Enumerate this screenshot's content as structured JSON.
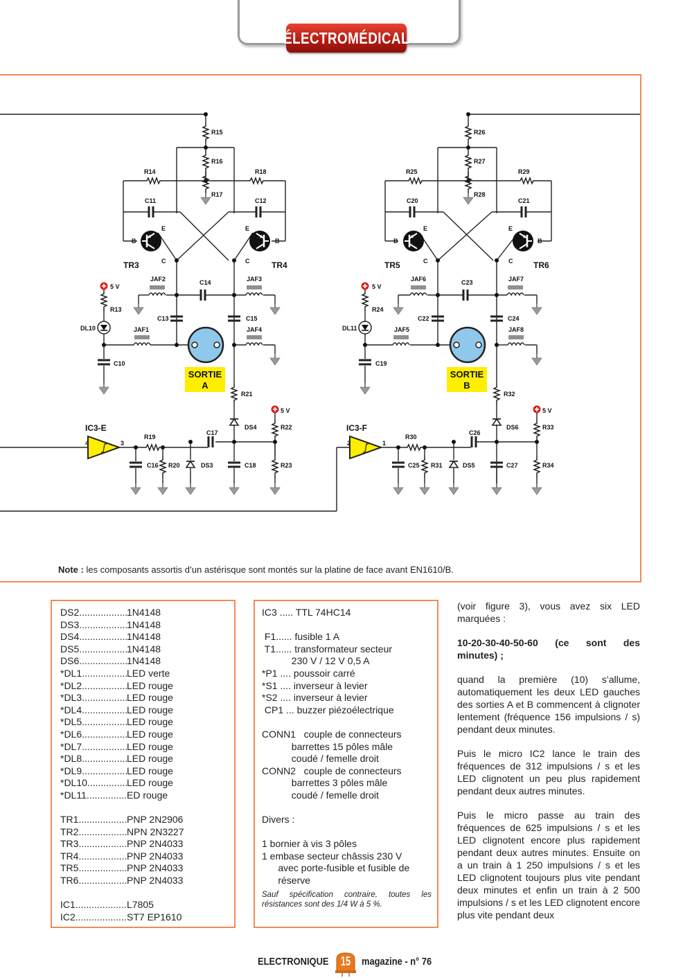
{
  "header": {
    "banner": "ÉLECTROMÉDICAL"
  },
  "schematic": {
    "labels": {
      "r15": "R15",
      "r16": "R16",
      "r17": "R17",
      "r14": "R14",
      "r18": "R18",
      "c11": "C11",
      "c12": "C12",
      "tr3": "TR3",
      "tr4": "TR4",
      "jaf2": "JAF2",
      "c14": "C14",
      "jaf3": "JAF3",
      "c13": "C13",
      "c15": "C15",
      "jaf1": "JAF1",
      "jaf4": "JAF4",
      "r13": "R13",
      "dl10": "DL10",
      "c10": "C10",
      "v5a": "5 V",
      "sortie_a_1": "SORTIE",
      "sortie_a_2": "A",
      "r21": "R21",
      "ds4": "DS4",
      "r22": "R22",
      "v5b": "5 V",
      "ic3e": "IC3-E",
      "pin4": "4",
      "pin3": "3",
      "r19": "R19",
      "c17": "C17",
      "c16": "C16",
      "r20": "R20",
      "ds3": "DS3",
      "c18": "C18",
      "r23": "R23",
      "r26": "R26",
      "r27": "R27",
      "r28": "R28",
      "r25": "R25",
      "r29": "R29",
      "c20": "C20",
      "c21": "C21",
      "tr5": "TR5",
      "tr6": "TR6",
      "jaf6": "JAF6",
      "c23": "C23",
      "jaf7": "JAF7",
      "c22": "C22",
      "c24": "C24",
      "jaf5": "JAF5",
      "jaf8": "JAF8",
      "r24": "R24",
      "dl11": "DL11",
      "c19": "C19",
      "v5c": "5 V",
      "sortie_b_1": "SORTIE",
      "sortie_b_2": "B",
      "r32": "R32",
      "ds6": "DS6",
      "r33": "R33",
      "v5d": "5 V",
      "ic3f": "IC3-F",
      "pin2": "2",
      "pin1": "1",
      "r30": "R30",
      "c26": "C26",
      "c25": "C25",
      "r31": "R31",
      "ds5": "DS5",
      "c27": "C27",
      "r34": "R34",
      "e": "E",
      "b": "B",
      "c": "C"
    }
  },
  "note": {
    "label": "Note :",
    "text": " les composants assortis d’un astérisque sont montés sur la platine de face avant EN1610/B."
  },
  "parts_list_1": [
    {
      "ref": "DS2",
      "val": "1N4148"
    },
    {
      "ref": "DS3",
      "val": "1N4148"
    },
    {
      "ref": "DS4",
      "val": "1N4148"
    },
    {
      "ref": "DS5",
      "val": "1N4148"
    },
    {
      "ref": "DS6",
      "val": "1N4148"
    },
    {
      "ref": "*DL1",
      "val": "LED verte"
    },
    {
      "ref": "*DL2",
      "val": "LED rouge"
    },
    {
      "ref": "*DL3",
      "val": "LED rouge"
    },
    {
      "ref": "*DL4",
      "val": "LED rouge"
    },
    {
      "ref": "*DL5",
      "val": "LED rouge"
    },
    {
      "ref": "*DL6",
      "val": "LED rouge"
    },
    {
      "ref": "*DL7",
      "val": "LED rouge"
    },
    {
      "ref": "*DL8",
      "val": "LED rouge"
    },
    {
      "ref": "*DL9",
      "val": "LED rouge"
    },
    {
      "ref": "*DL10",
      "val": "LED rouge"
    },
    {
      "ref": "*DL11",
      "val": "ED rouge"
    },
    {
      "ref": "",
      "val": ""
    },
    {
      "ref": "TR1",
      "val": "PNP 2N2906"
    },
    {
      "ref": "TR2",
      "val": "NPN 2N3227"
    },
    {
      "ref": "TR3",
      "val": "PNP 2N4033"
    },
    {
      "ref": "TR4",
      "val": "PNP 2N4033"
    },
    {
      "ref": "TR5",
      "val": "PNP 2N4033"
    },
    {
      "ref": "TR6",
      "val": "PNP 2N4033"
    },
    {
      "ref": "",
      "val": ""
    },
    {
      "ref": "IC1",
      "val": "L7805"
    },
    {
      "ref": "IC2",
      "val": "ST7 EP1610"
    }
  ],
  "parts_list_2": {
    "ic3": "IC3 ..... TTL 74HC14",
    "lines": [
      " F1...... fusible 1 A",
      " T1...... transformateur secteur",
      "           230 V / 12 V 0,5 A",
      "*P1 .... poussoir carré",
      "*S1 .... inverseur à levier",
      "*S2 .... inverseur à levier",
      " CP1 ... buzzer piézoélectrique"
    ],
    "conn": [
      "CONN1   couple de connecteurs",
      "           barrettes 15 pôles mâle",
      "           coudé / femelle droit",
      "CONN2   couple de connecteurs",
      "           barrettes 3 pôles mâle",
      "           coudé / femelle droit"
    ],
    "divers_title": "Divers :",
    "divers": [
      "1 bornier à vis 3 pôles",
      "1 embase secteur châssis 230 V",
      "      avec porte-fusible et fusible de",
      "      réserve"
    ],
    "footnote": "Sauf spécification contraire, toutes les résistances sont des 1/4 W à 5 %."
  },
  "body_text": {
    "p1": "(voir figure 3), vous avez six LED marquées :",
    "p2": "10-20-30-40-50-60 (ce sont des minutes) ;",
    "p3": "quand la première (10) s’allume, automatiquement les deux LED gauches des sorties A et B commencent à clignoter lentement (fréquence 156 impulsions / s) pendant deux minutes.",
    "p4": "Puis le micro IC2 lance le train des fréquences de 312 impulsions / s et les LED clignotent un peu plus rapidement pendant deux autres minutes.",
    "p5": "Puis le micro passe au train des fréquences de 625 impulsions / s et les LED clignotent encore plus rapidement pendant deux autres minutes. Ensuite on a un train à 1 250 impulsions / s et les LED clignotent toujours plus vite pendant deux minutes et enfin un train à 2 500 impulsions / s et les LED clignotent encore plus vite pendant deux"
  },
  "footer": {
    "left": "ELECTRONIQUE",
    "page_number": "15",
    "right": "magazine - n° 76"
  },
  "colors": {
    "banner_red": "#c2261a",
    "frame_orange": "#f08a55",
    "sortie_yellow": "#ffee00",
    "jack_blue": "#8fc8ea"
  }
}
